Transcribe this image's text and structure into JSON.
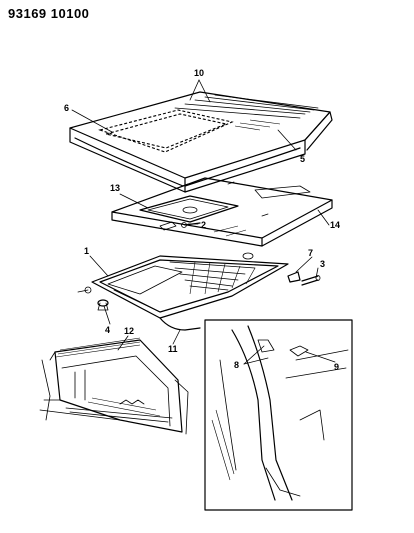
{
  "document_id": "93169  10100",
  "callouts": {
    "c1": "1",
    "c2": "2",
    "c3": "3",
    "c4": "4",
    "c5": "5",
    "c6": "6",
    "c7": "7",
    "c8": "8",
    "c9": "9",
    "c10": "10",
    "c11": "11",
    "c12": "12",
    "c13": "13",
    "c14": "14"
  }
}
